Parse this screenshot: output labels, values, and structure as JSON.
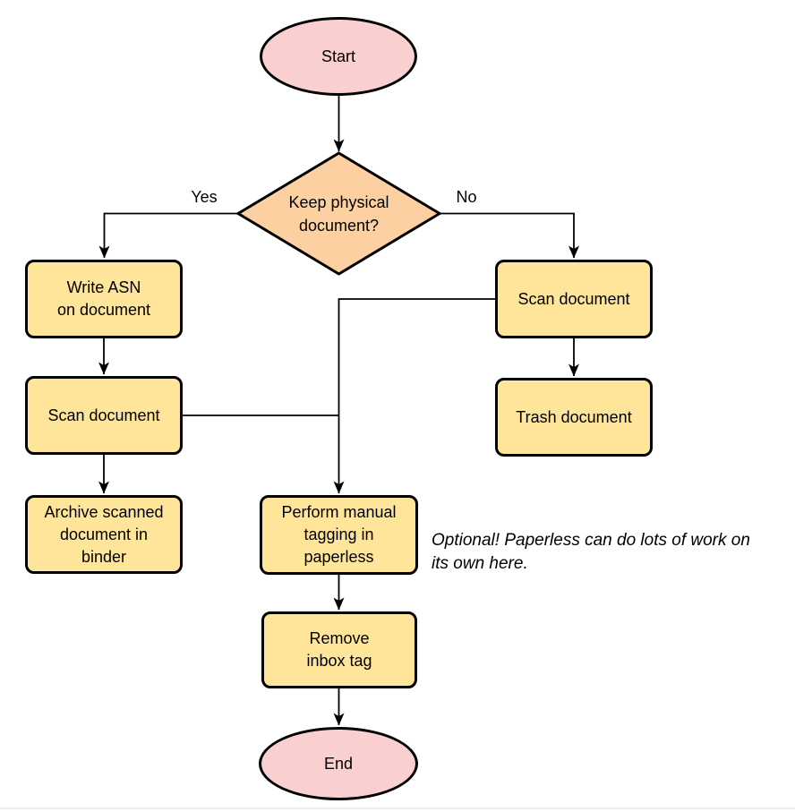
{
  "diagram": {
    "type": "flowchart",
    "colors": {
      "terminal_fill": "#f9cfd0",
      "process_fill": "#ffe599",
      "decision_fill": "#fdd0a2",
      "stroke": "#000000",
      "background": "#ffffff"
    },
    "nodes": {
      "start": {
        "shape": "ellipse",
        "label": "Start"
      },
      "decision": {
        "shape": "diamond",
        "label": "Keep physical\ndocument?"
      },
      "write_asn": {
        "shape": "rounded-rect",
        "label": "Write ASN\non document"
      },
      "scan_left": {
        "shape": "rounded-rect",
        "label": "Scan document"
      },
      "archive": {
        "shape": "rounded-rect",
        "label": "Archive scanned\ndocument in\nbinder"
      },
      "scan_right": {
        "shape": "rounded-rect",
        "label": "Scan document"
      },
      "trash": {
        "shape": "rounded-rect",
        "label": "Trash document"
      },
      "tagging": {
        "shape": "rounded-rect",
        "label": "Perform manual\ntagging in\npaperless"
      },
      "remove_inbox": {
        "shape": "rounded-rect",
        "label": "Remove\ninbox tag"
      },
      "end": {
        "shape": "ellipse",
        "label": "End"
      }
    },
    "edge_labels": {
      "yes": "Yes",
      "no": "No"
    },
    "annotation": {
      "text": "Optional! Paperless can do lots of work on\nits own here."
    }
  }
}
